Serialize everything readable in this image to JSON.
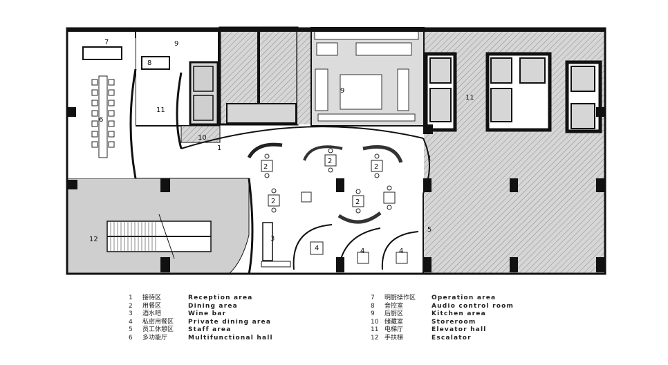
{
  "legend": {
    "left": [
      {
        "num": "1",
        "cn": "接待区",
        "en": "Reception area"
      },
      {
        "num": "2",
        "cn": "用餐区",
        "en": "Dining area"
      },
      {
        "num": "3",
        "cn": "酒水吧",
        "en": "Wine bar"
      },
      {
        "num": "4",
        "cn": "私密用餐区",
        "en": "Private dining area"
      },
      {
        "num": "5",
        "cn": "员工休憩区",
        "en": "Staff area"
      },
      {
        "num": "6",
        "cn": "多功能厅",
        "en": "Multifunctional hall"
      }
    ],
    "right": [
      {
        "num": "7",
        "cn": "明厨操作区",
        "en": "Operation area"
      },
      {
        "num": "8",
        "cn": "音控室",
        "en": "Audio control room"
      },
      {
        "num": "9",
        "cn": "后厨区",
        "en": "Kitchen area"
      },
      {
        "num": "10",
        "cn": "储藏室",
        "en": "Storeroom"
      },
      {
        "num": "11",
        "cn": "电梯厅",
        "en": "Elevator hall"
      },
      {
        "num": "12",
        "cn": "手扶梯",
        "en": "Escalator"
      }
    ]
  },
  "colors": {
    "wall": "#111111",
    "hatch": "#9a9a9a",
    "gray_area": "#cfcfcf",
    "kitchen": "#d9d9d9"
  }
}
